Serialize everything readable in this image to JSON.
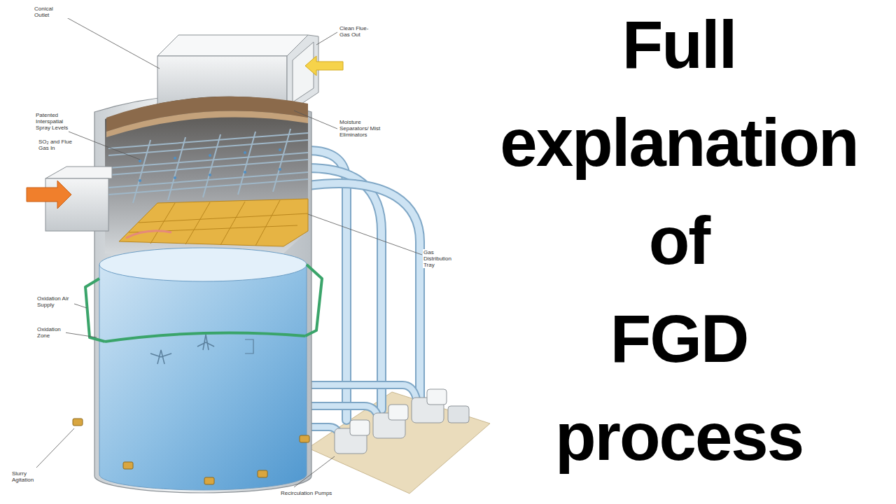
{
  "diagram": {
    "title": "Full explanation of FGD process",
    "labels": [
      "Conical Outlet",
      "Clean Flue-Gas Out",
      "Patented Interspatial Spray Levels",
      "Moisture Separators/ Mist Eliminators",
      "SO₂ and Flue Gas In",
      "Gas Distribution Tray",
      "Oxidation Air Supply",
      "Oxidation Zone",
      "Slurry Agitation",
      "Recirculation Pumps"
    ]
  }
}
